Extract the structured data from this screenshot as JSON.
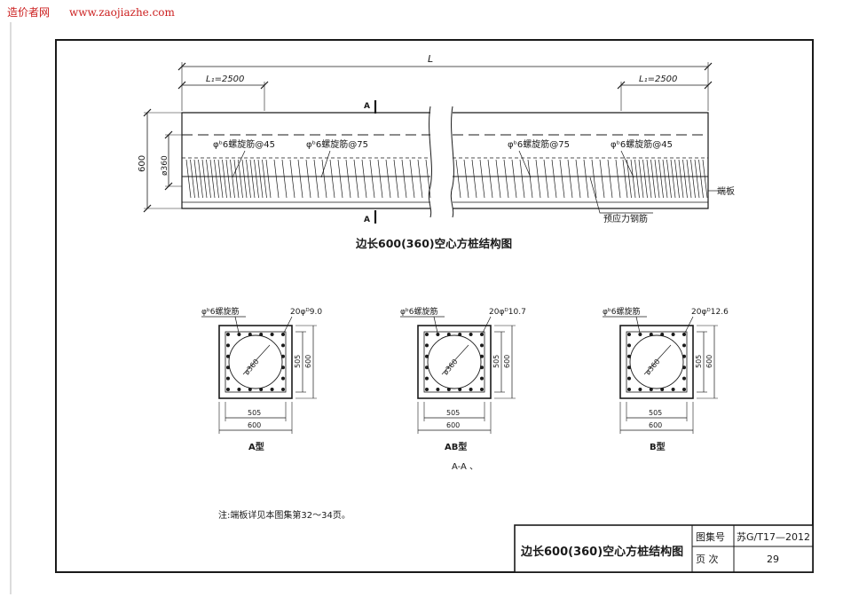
{
  "watermark": {
    "site_name": "造价者网",
    "url": "www.zaojiazhe.com"
  },
  "elevation": {
    "length_label": "L",
    "end_length_label": "L₁=2500",
    "section_mark": "A",
    "side_dimension": "600",
    "hollow_dimension": "ø360",
    "spiral_end_label": "φᵇ6螺旋筋@45",
    "spiral_mid_label": "φᵇ6螺旋筋@75",
    "end_plate_label": "端板",
    "prestress_bar_label": "预应力钢筋",
    "caption": "边长600(360)空心方桩结构图"
  },
  "sections": [
    {
      "type_label": "A型",
      "spiral_label": "φᵇ6螺旋筋",
      "bar_label": "20φᴰ9.0",
      "hole_label": "ø360",
      "inner_dim": "505",
      "outer_dim": "600"
    },
    {
      "type_label": "AB型",
      "spiral_label": "φᵇ6螺旋筋",
      "bar_label": "20φᴰ10.7",
      "hole_label": "ø360",
      "inner_dim": "505",
      "outer_dim": "600"
    },
    {
      "type_label": "B型",
      "spiral_label": "φᵇ6螺旋筋",
      "bar_label": "20φᴰ12.6",
      "hole_label": "ø360",
      "inner_dim": "505",
      "outer_dim": "600"
    }
  ],
  "section_caption": "A-A 、",
  "note": "注:端板详见本图集第32～34页。",
  "title_block": {
    "title": "边长600(360)空心方桩结构图",
    "atlas_label": "图集号",
    "atlas_value": "苏G/T17—2012",
    "page_label": "页  次",
    "page_value": "29"
  }
}
